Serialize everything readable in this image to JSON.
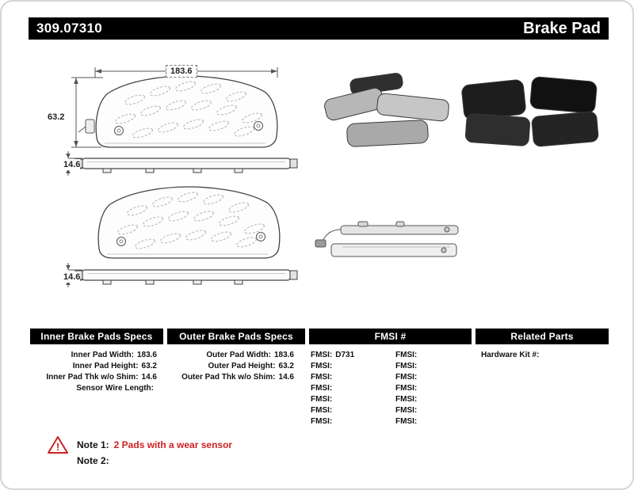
{
  "colors": {
    "header_bar_bg": "#000000",
    "note_red": "#cc2222"
  },
  "header": {
    "part_number": "309.07310",
    "product_type": "Brake Pad"
  },
  "diagram": {
    "dim_width": "183.6",
    "dim_height": "63.2",
    "dim_thk_inner": "14.6",
    "dim_thk_outer": "14.6"
  },
  "specs": {
    "inner": {
      "header": "Inner Brake Pads Specs",
      "rows": [
        {
          "label": "Inner Pad Width:",
          "value": "183.6"
        },
        {
          "label": "Inner Pad Height:",
          "value": "63.2"
        },
        {
          "label": "Inner Pad Thk w/o Shim:",
          "value": "14.6"
        },
        {
          "label": "Sensor Wire Length:",
          "value": ""
        }
      ]
    },
    "outer": {
      "header": "Outer Brake Pads Specs",
      "rows": [
        {
          "label": "Outer Pad Width:",
          "value": "183.6"
        },
        {
          "label": "Outer Pad Height:",
          "value": "63.2"
        },
        {
          "label": "Outer Pad Thk w/o Shim:",
          "value": "14.6"
        }
      ]
    },
    "fmsi": {
      "header": "FMSI #",
      "col1": [
        {
          "label": "FMSI:",
          "value": "D731"
        },
        {
          "label": "FMSI:",
          "value": ""
        },
        {
          "label": "FMSI:",
          "value": ""
        },
        {
          "label": "FMSI:",
          "value": ""
        },
        {
          "label": "FMSI:",
          "value": ""
        },
        {
          "label": "FMSI:",
          "value": ""
        },
        {
          "label": "FMSI:",
          "value": ""
        }
      ],
      "col2": [
        {
          "label": "FMSI:",
          "value": ""
        },
        {
          "label": "FMSI:",
          "value": ""
        },
        {
          "label": "FMSI:",
          "value": ""
        },
        {
          "label": "FMSI:",
          "value": ""
        },
        {
          "label": "FMSI:",
          "value": ""
        },
        {
          "label": "FMSI:",
          "value": ""
        },
        {
          "label": "FMSI:",
          "value": ""
        }
      ]
    },
    "related": {
      "header": "Related Parts",
      "rows": [
        {
          "label": "Hardware Kit #:",
          "value": ""
        }
      ]
    }
  },
  "notes": {
    "warning_glyph": "!",
    "note1_label": "Note 1:",
    "note1_text": "2 Pads with a wear sensor",
    "note2_label": "Note 2:",
    "note2_text": ""
  }
}
